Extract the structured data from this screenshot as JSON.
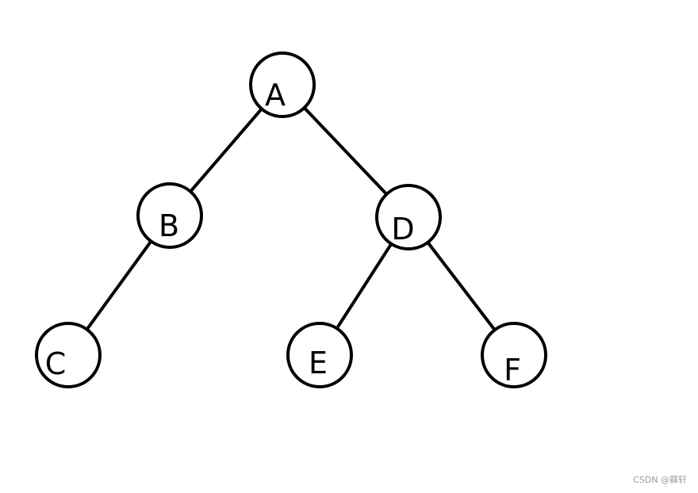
{
  "diagram": {
    "type": "binary-tree",
    "nodes": [
      {
        "id": "A",
        "label": "A"
      },
      {
        "id": "B",
        "label": "B"
      },
      {
        "id": "D",
        "label": "D"
      },
      {
        "id": "C",
        "label": "C"
      },
      {
        "id": "E",
        "label": "E"
      },
      {
        "id": "F",
        "label": "F"
      }
    ],
    "edges": [
      {
        "from": "A",
        "to": "B"
      },
      {
        "from": "A",
        "to": "D"
      },
      {
        "from": "B",
        "to": "C"
      },
      {
        "from": "D",
        "to": "E"
      },
      {
        "from": "D",
        "to": "F"
      }
    ],
    "colors": {
      "stroke": "#000000",
      "fill": "#ffffff",
      "watermark": "#9a9a9a"
    }
  },
  "watermark": {
    "text": "CSDN @槑轩"
  }
}
